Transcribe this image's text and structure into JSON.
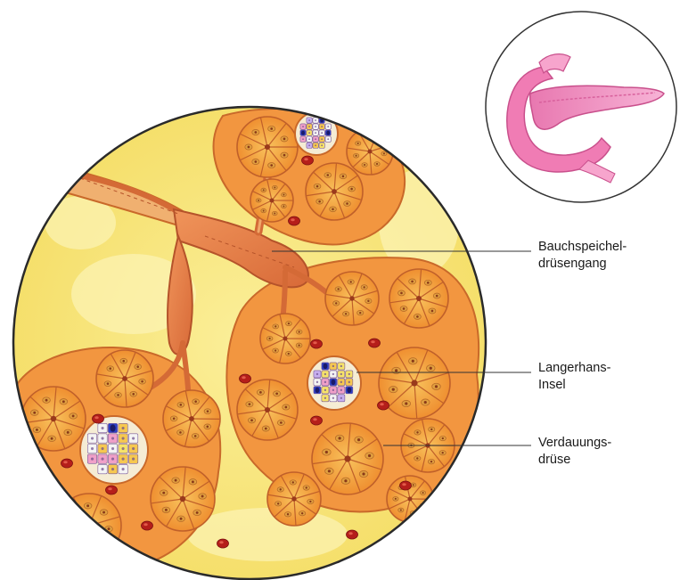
{
  "labels": [
    {
      "id": "duct",
      "line1": "Bauchspeichel-",
      "line2": "drüsengang"
    },
    {
      "id": "islet",
      "line1": "Langerhans-",
      "line2": "Insel"
    },
    {
      "id": "gland",
      "line1": "Verdauungs-",
      "line2": "drüse"
    }
  ],
  "colors": {
    "background_yellow": "#f7e57a",
    "lobule_fill": "#f39a3c",
    "acinus_fill": "#f6a640",
    "cell_fill": "#f8b84e",
    "duct_fill": "#e9804e",
    "duct_wall": "#d06a3c",
    "islet_fill": "#f7f0d8",
    "vessel_red": "#b51e1a",
    "pancreas_pink": "#f090c0",
    "inset_border": "#333333"
  }
}
